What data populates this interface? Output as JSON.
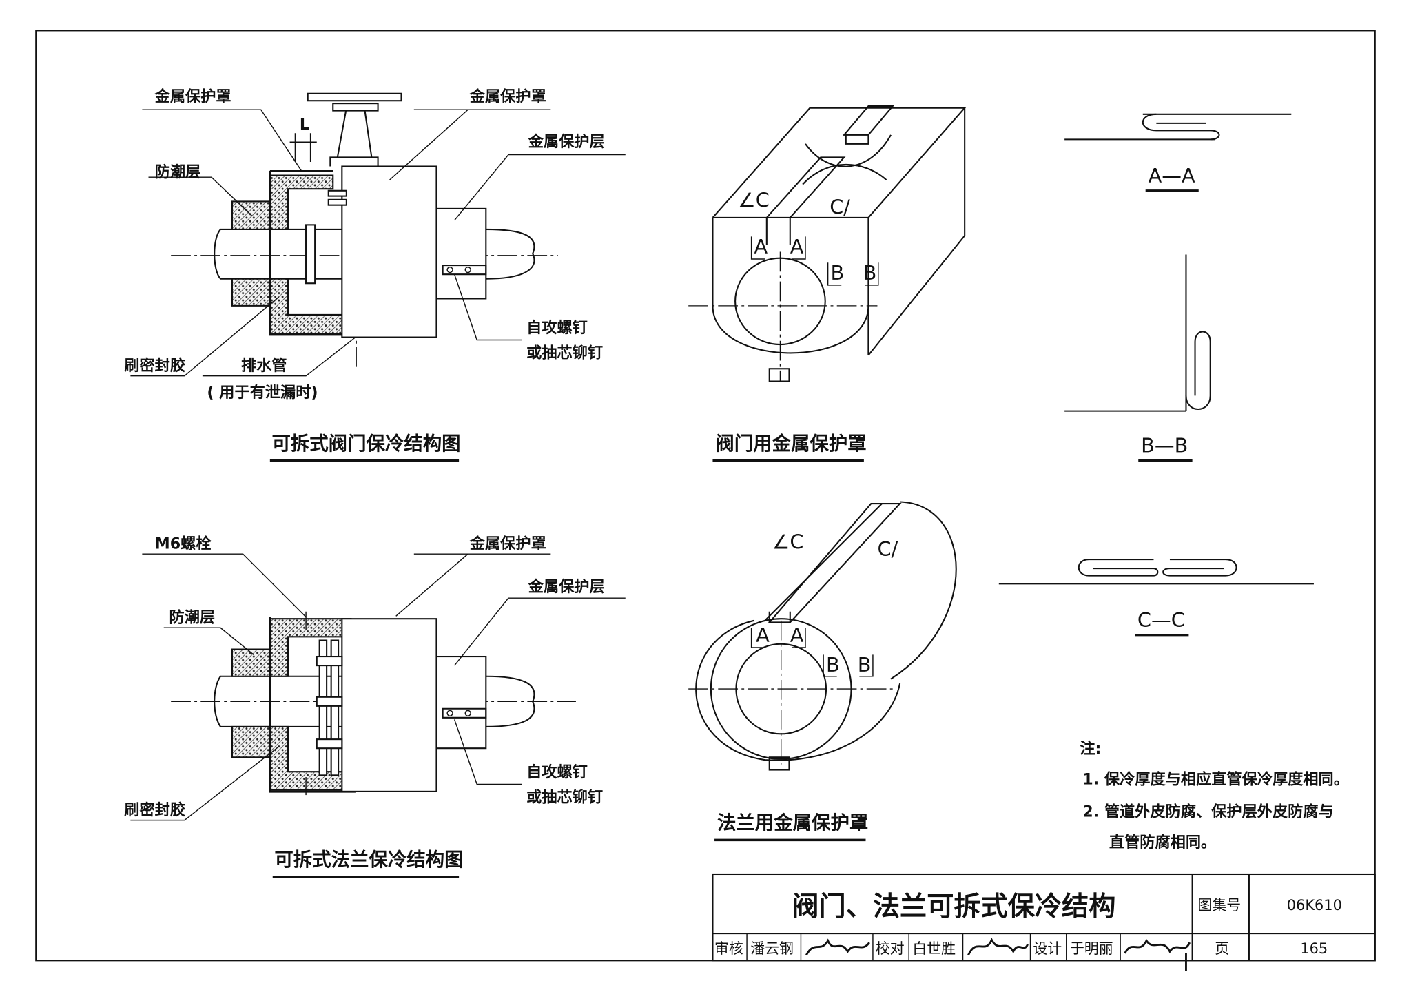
{
  "valve_section": {
    "caption": "可拆式阀门保冷结构图",
    "labels": {
      "metal_cover_left": "金属保护罩",
      "metal_cover_right": "金属保护罩",
      "metal_layer": "金属保护层",
      "moisture_layer": "防潮层",
      "sealant": "刷密封胶",
      "drain": "排水管",
      "drain_note": "( 用于有泄漏时)",
      "screw_1": "自攻螺钉",
      "screw_2": "或抽芯铆钉",
      "dim_l": "L"
    }
  },
  "flange_section": {
    "caption": "可拆式法兰保冷结构图",
    "labels": {
      "bolt": "M6螺栓",
      "metal_cover": "金属保护罩",
      "metal_layer": "金属保护层",
      "moisture_layer": "防潮层",
      "sealant": "刷密封胶",
      "screw_1": "自攻螺钉",
      "screw_2": "或抽芯铆钉"
    }
  },
  "valve_cover": {
    "caption": "阀门用金属保护罩",
    "marks": {
      "c1": "C",
      "c2": "C",
      "a1": "A",
      "a2": "A",
      "b1": "B",
      "b2": "B"
    }
  },
  "flange_cover": {
    "caption": "法兰用金属保护罩",
    "marks": {
      "c1": "C",
      "c2": "C",
      "a1": "A",
      "a2": "A",
      "b1": "B",
      "b2": "B"
    }
  },
  "sections": {
    "aa": "A—A",
    "bb": "B—B",
    "cc": "C—C"
  },
  "notes": {
    "heading": "注:",
    "items": [
      "1.  保冷厚度与相应直管保冷厚度相同。",
      "2.  管道外皮防腐、保护层外皮防腐与",
      "     直管防腐相同。"
    ]
  },
  "title_block": {
    "title": "阀门、法兰可拆式保冷结构",
    "atlas_label": "图集号",
    "atlas_no": "06K610",
    "review_label": "审核",
    "reviewer": "潘云钢",
    "check_label": "校对",
    "checker": "白世胜",
    "design_label": "设计",
    "designer": "于明丽",
    "page_label": "页",
    "page_no": "165"
  }
}
